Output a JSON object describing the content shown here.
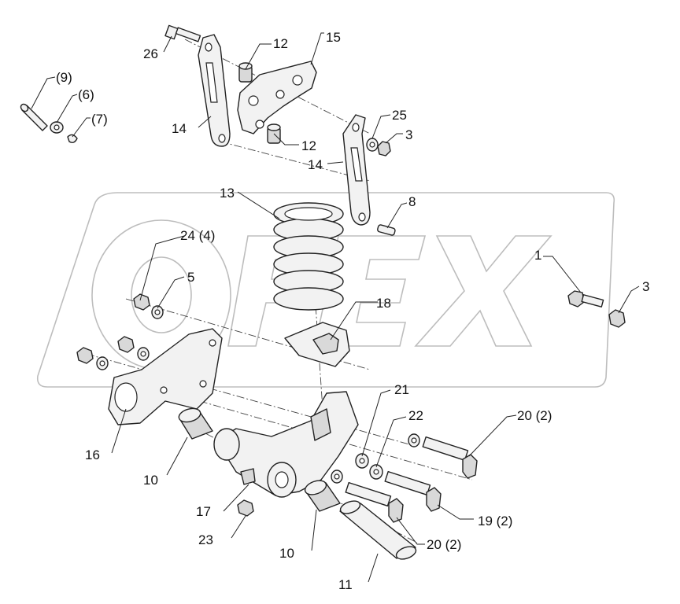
{
  "watermark": {
    "text": "OFEX",
    "logo_color": "#bdbdbd"
  },
  "callouts": [
    {
      "id": "c26",
      "text": "26"
    },
    {
      "id": "c12a",
      "text": "12"
    },
    {
      "id": "c15",
      "text": "15"
    },
    {
      "id": "c9",
      "text": "(9)"
    },
    {
      "id": "c6",
      "text": "(6)"
    },
    {
      "id": "c7",
      "text": "(7)"
    },
    {
      "id": "c14a",
      "text": "14"
    },
    {
      "id": "c25",
      "text": "25"
    },
    {
      "id": "c3a",
      "text": "3"
    },
    {
      "id": "c12b",
      "text": "12"
    },
    {
      "id": "c14b",
      "text": "14"
    },
    {
      "id": "c13",
      "text": "13"
    },
    {
      "id": "c8",
      "text": "8"
    },
    {
      "id": "c24",
      "text": "24 (4)"
    },
    {
      "id": "c1",
      "text": "1"
    },
    {
      "id": "c3b",
      "text": "3"
    },
    {
      "id": "c5",
      "text": "5"
    },
    {
      "id": "c18",
      "text": "18"
    },
    {
      "id": "c21",
      "text": "21"
    },
    {
      "id": "c20a",
      "text": "20 (2)"
    },
    {
      "id": "c22",
      "text": "22"
    },
    {
      "id": "c16",
      "text": "16"
    },
    {
      "id": "c10a",
      "text": "10"
    },
    {
      "id": "c17",
      "text": "17"
    },
    {
      "id": "c19",
      "text": "19 (2)"
    },
    {
      "id": "c23",
      "text": "23"
    },
    {
      "id": "c20b",
      "text": "20 (2)"
    },
    {
      "id": "c10b",
      "text": "10"
    },
    {
      "id": "c11",
      "text": "11"
    }
  ]
}
